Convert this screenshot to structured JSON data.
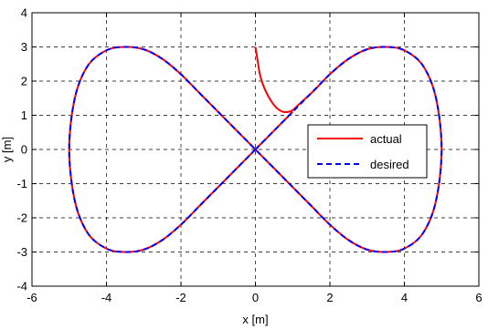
{
  "chart_data": {
    "type": "line",
    "title": "",
    "xlabel": "x [m]",
    "ylabel": "y [m]",
    "xlim": [
      -6,
      6
    ],
    "ylim": [
      -4,
      4
    ],
    "xticks": [
      -6,
      -4,
      -2,
      0,
      2,
      4,
      6
    ],
    "yticks": [
      -4,
      -3,
      -2,
      -1,
      0,
      1,
      2,
      3,
      4
    ],
    "xtick_labels": [
      "-6",
      "-4",
      "-2",
      "0",
      "2",
      "4",
      "6"
    ],
    "ytick_labels": [
      "-4",
      "-3",
      "-2",
      "-1",
      "0",
      "1",
      "2",
      "3",
      "4"
    ],
    "grid": true,
    "legend_position": "right",
    "series": [
      {
        "name": "actual",
        "color": "#ff0000",
        "style": "solid",
        "points": [
          [
            0.0,
            3.0
          ],
          [
            0.06,
            2.6
          ],
          [
            0.12,
            2.2
          ],
          [
            0.22,
            1.85
          ],
          [
            0.35,
            1.55
          ],
          [
            0.5,
            1.3
          ],
          [
            0.62,
            1.17
          ],
          [
            0.75,
            1.1
          ],
          [
            0.88,
            1.1
          ],
          [
            1.0,
            1.15
          ],
          [
            1.2,
            1.35
          ],
          [
            1.6,
            1.75
          ],
          [
            2.0,
            2.2
          ],
          [
            2.5,
            2.65
          ],
          [
            3.0,
            2.93
          ],
          [
            3.5,
            3.0
          ],
          [
            4.0,
            2.9
          ],
          [
            4.5,
            2.45
          ],
          [
            4.85,
            1.5
          ],
          [
            5.0,
            0.0
          ],
          [
            4.85,
            -1.5
          ],
          [
            4.5,
            -2.45
          ],
          [
            4.0,
            -2.9
          ],
          [
            3.5,
            -3.0
          ],
          [
            3.0,
            -2.93
          ],
          [
            2.5,
            -2.65
          ],
          [
            2.0,
            -2.2
          ],
          [
            1.5,
            -1.65
          ],
          [
            1.0,
            -1.1
          ],
          [
            0.5,
            -0.55
          ],
          [
            0.0,
            0.0
          ],
          [
            -0.5,
            0.55
          ],
          [
            -1.0,
            1.1
          ],
          [
            -1.5,
            1.65
          ],
          [
            -2.0,
            2.2
          ],
          [
            -2.5,
            2.65
          ],
          [
            -3.0,
            2.93
          ],
          [
            -3.5,
            3.0
          ],
          [
            -4.0,
            2.9
          ],
          [
            -4.5,
            2.45
          ],
          [
            -4.85,
            1.5
          ],
          [
            -5.0,
            0.0
          ],
          [
            -4.85,
            -1.5
          ],
          [
            -4.5,
            -2.45
          ],
          [
            -4.0,
            -2.9
          ],
          [
            -3.5,
            -3.0
          ],
          [
            -3.0,
            -2.93
          ],
          [
            -2.5,
            -2.65
          ],
          [
            -2.0,
            -2.2
          ],
          [
            -1.5,
            -1.65
          ],
          [
            -1.0,
            -1.1
          ],
          [
            -0.5,
            -0.55
          ],
          [
            0.0,
            0.0
          ],
          [
            0.5,
            0.55
          ],
          [
            1.0,
            1.1
          ]
        ]
      },
      {
        "name": "desired",
        "color": "#0000ff",
        "style": "dashed",
        "curve": "x = 5 sin(t), y = 3 sin(2t) ... figure-eight (lemniscate)",
        "points": [
          [
            0.0,
            0.0
          ],
          [
            0.5,
            0.55
          ],
          [
            1.0,
            1.1
          ],
          [
            1.5,
            1.65
          ],
          [
            2.0,
            2.2
          ],
          [
            2.5,
            2.65
          ],
          [
            3.0,
            2.93
          ],
          [
            3.5,
            3.0
          ],
          [
            4.0,
            2.9
          ],
          [
            4.5,
            2.45
          ],
          [
            4.85,
            1.5
          ],
          [
            5.0,
            0.0
          ],
          [
            4.85,
            -1.5
          ],
          [
            4.5,
            -2.45
          ],
          [
            4.0,
            -2.9
          ],
          [
            3.5,
            -3.0
          ],
          [
            3.0,
            -2.93
          ],
          [
            2.5,
            -2.65
          ],
          [
            2.0,
            -2.2
          ],
          [
            1.5,
            -1.65
          ],
          [
            1.0,
            -1.1
          ],
          [
            0.5,
            -0.55
          ],
          [
            0.0,
            0.0
          ],
          [
            -0.5,
            0.55
          ],
          [
            -1.0,
            1.1
          ],
          [
            -1.5,
            1.65
          ],
          [
            -2.0,
            2.2
          ],
          [
            -2.5,
            2.65
          ],
          [
            -3.0,
            2.93
          ],
          [
            -3.5,
            3.0
          ],
          [
            -4.0,
            2.9
          ],
          [
            -4.5,
            2.45
          ],
          [
            -4.85,
            1.5
          ],
          [
            -5.0,
            0.0
          ],
          [
            -4.85,
            -1.5
          ],
          [
            -4.5,
            -2.45
          ],
          [
            -4.0,
            -2.9
          ],
          [
            -3.5,
            -3.0
          ],
          [
            -3.0,
            -2.93
          ],
          [
            -2.5,
            -2.65
          ],
          [
            -2.0,
            -2.2
          ],
          [
            -1.5,
            -1.65
          ],
          [
            -1.0,
            -1.1
          ],
          [
            -0.5,
            -0.55
          ],
          [
            0.0,
            0.0
          ]
        ]
      }
    ]
  }
}
